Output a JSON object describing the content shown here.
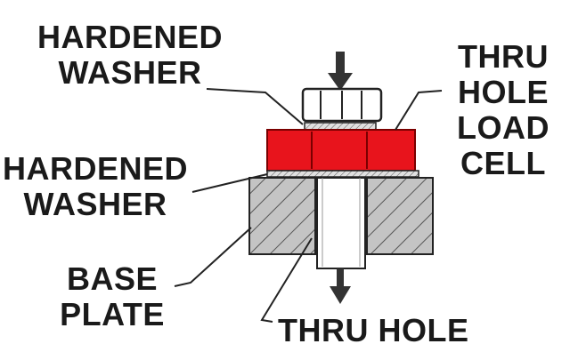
{
  "labels": {
    "top_washer": [
      "HARDENED",
      "WASHER"
    ],
    "load_cell": [
      "THRU",
      "HOLE",
      "LOAD",
      "CELL"
    ],
    "lower_washer": [
      "HARDENED",
      "WASHER"
    ],
    "base_plate": [
      "BASE",
      "PLATE"
    ],
    "thru_hole": "THRU HOLE"
  },
  "colors": {
    "load_cell": "#e8141c",
    "load_cell_edge": "#7a0000",
    "outline": "#1a1a1a",
    "washer": "#cfcfcf",
    "base_plate": "#bdbdbd",
    "bolt": "#ffffff"
  }
}
